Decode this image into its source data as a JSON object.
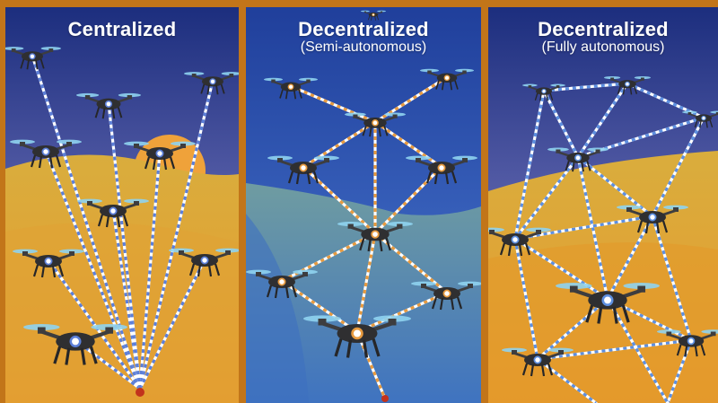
{
  "panels": [
    {
      "id": "centralized",
      "title": "Centralized",
      "subtitle": ""
    },
    {
      "id": "semi",
      "title": "Decentralized",
      "subtitle": "(Semi-autonomous)"
    },
    {
      "id": "fully",
      "title": "Decentralized",
      "subtitle": "(Fully autonomous)"
    }
  ],
  "colors": {
    "frame": "#c27519",
    "link_centralized": "#5c7fd8",
    "link_semi": "#e79a3f",
    "link_fully": "#5d8fe0",
    "drone_body": "#3d3d3f",
    "rotor": "#8fd3ef"
  },
  "icons": [
    "drone-icon",
    "ground-station-icon"
  ]
}
